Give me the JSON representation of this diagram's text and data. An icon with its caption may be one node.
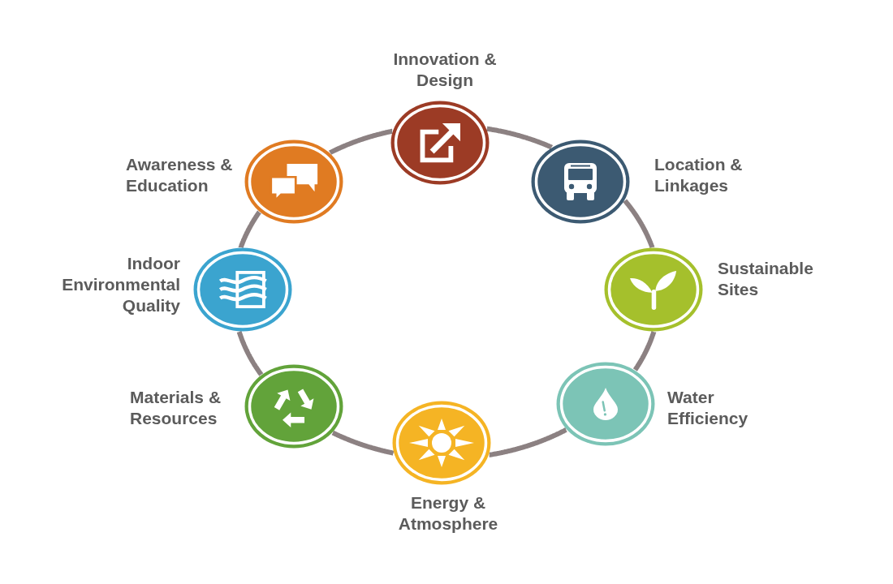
{
  "diagram": {
    "nodes": [
      {
        "text": [
          "Innovation & Design"
        ]
      },
      {
        "text": [
          "Location & Linkages"
        ]
      },
      {
        "text": [
          "Sustainable Sites"
        ]
      },
      {
        "text": [
          "Water Efficiency"
        ]
      },
      {
        "text": [
          "Energy & Atmosphere"
        ]
      },
      {
        "text": [
          "Materials & Resources"
        ]
      },
      {
        "text": [
          "Indoor Environmental Quality"
        ]
      },
      {
        "text": [
          "Awareness & Education"
        ]
      }
    ],
    "edges": [
      {
        "from": 0,
        "to": 1,
        "arrow": "none"
      },
      {
        "from": 1,
        "to": 2,
        "arrow": "none"
      },
      {
        "from": 2,
        "to": 3,
        "arrow": "none"
      },
      {
        "from": 3,
        "to": 4,
        "arrow": "none"
      },
      {
        "from": 4,
        "to": 5,
        "arrow": "none"
      },
      {
        "from": 5,
        "to": 6,
        "arrow": "none"
      },
      {
        "from": 6,
        "to": 7,
        "arrow": "none"
      },
      {
        "from": 7,
        "to": 0,
        "arrow": "none"
      }
    ]
  }
}
